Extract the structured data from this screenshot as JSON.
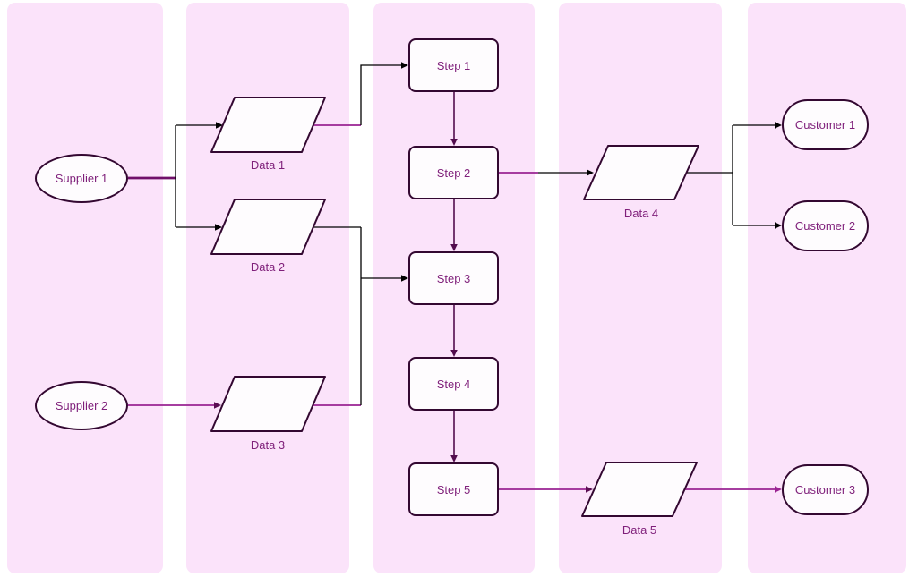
{
  "diagram_type": "swimlane-flowchart",
  "lanes": {
    "count": 5,
    "fill": "#fbe3fa",
    "background": "#ffffff"
  },
  "colors": {
    "lane_fill": "#fbe3fa",
    "background": "#ffffff",
    "shape_fill": "#fefcfe",
    "shape_border": "#330831",
    "label_text": "#7f1f7a",
    "connector_magenta": "#9a2392",
    "connector_black": "#000000",
    "connector_dark_purple": "#520c4d",
    "connector_thick_purple": "#70106a",
    "arrowhead_dark_magenta": "#5a0c52"
  },
  "nodes": {
    "supplier1": {
      "label": "Supplier 1",
      "shape": "ellipse"
    },
    "supplier2": {
      "label": "Supplier 2",
      "shape": "ellipse"
    },
    "data1": {
      "label": "Data 1",
      "shape": "parallelogram"
    },
    "data2": {
      "label": "Data 2",
      "shape": "parallelogram"
    },
    "data3": {
      "label": "Data 3",
      "shape": "parallelogram"
    },
    "data4": {
      "label": "Data 4",
      "shape": "parallelogram"
    },
    "data5": {
      "label": "Data 5",
      "shape": "parallelogram"
    },
    "step1": {
      "label": "Step 1",
      "shape": "process"
    },
    "step2": {
      "label": "Step 2",
      "shape": "process"
    },
    "step3": {
      "label": "Step 3",
      "shape": "process"
    },
    "step4": {
      "label": "Step 4",
      "shape": "process"
    },
    "step5": {
      "label": "Step 5",
      "shape": "process"
    },
    "customer1": {
      "label": "Customer 1",
      "shape": "terminator"
    },
    "customer2": {
      "label": "Customer 2",
      "shape": "terminator"
    },
    "customer3": {
      "label": "Customer 3",
      "shape": "terminator"
    }
  },
  "edges": [
    "Supplier 1 -> Data 1",
    "Supplier 1 -> Data 2",
    "Data 1 -> Step 1",
    "Step 1 -> Step 2",
    "Step 2 -> Step 3",
    "Step 3 -> Step 4",
    "Step 4 -> Step 5",
    "Step 2 -> Data 4",
    "Data 4 -> Customer 1",
    "Data 4 -> Customer 2",
    "Supplier 2 -> Data 3",
    "Data 2 -> Step 3",
    "Data 3 -> Step 3",
    "Step 5 -> Data 5",
    "Data 5 -> Customer 3"
  ]
}
